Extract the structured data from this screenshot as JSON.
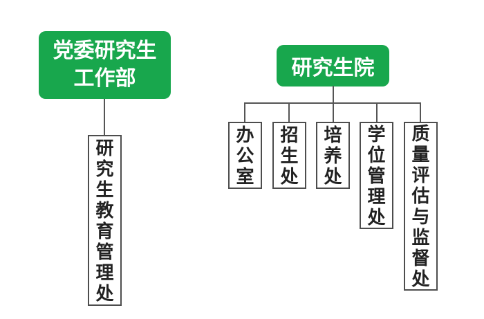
{
  "colors": {
    "green": "#18a74d",
    "green_text": "#ffffff",
    "line": "#555555",
    "box_border": "#4d4d4d",
    "box_text": "#222222",
    "background": "#ffffff"
  },
  "chart": {
    "type": "org-chart",
    "left_branch": {
      "root": {
        "label": "党委研究生工作部",
        "line1": "党委研究生",
        "line2": "工作部"
      },
      "children": [
        {
          "label": "研究生教育管理处"
        }
      ]
    },
    "right_branch": {
      "root": {
        "label": "研究生院"
      },
      "children": [
        {
          "label": "办公室"
        },
        {
          "label": "招生处"
        },
        {
          "label": "培养处"
        },
        {
          "label": "学位管理处"
        },
        {
          "label": "质量评估与监督处"
        }
      ]
    }
  }
}
